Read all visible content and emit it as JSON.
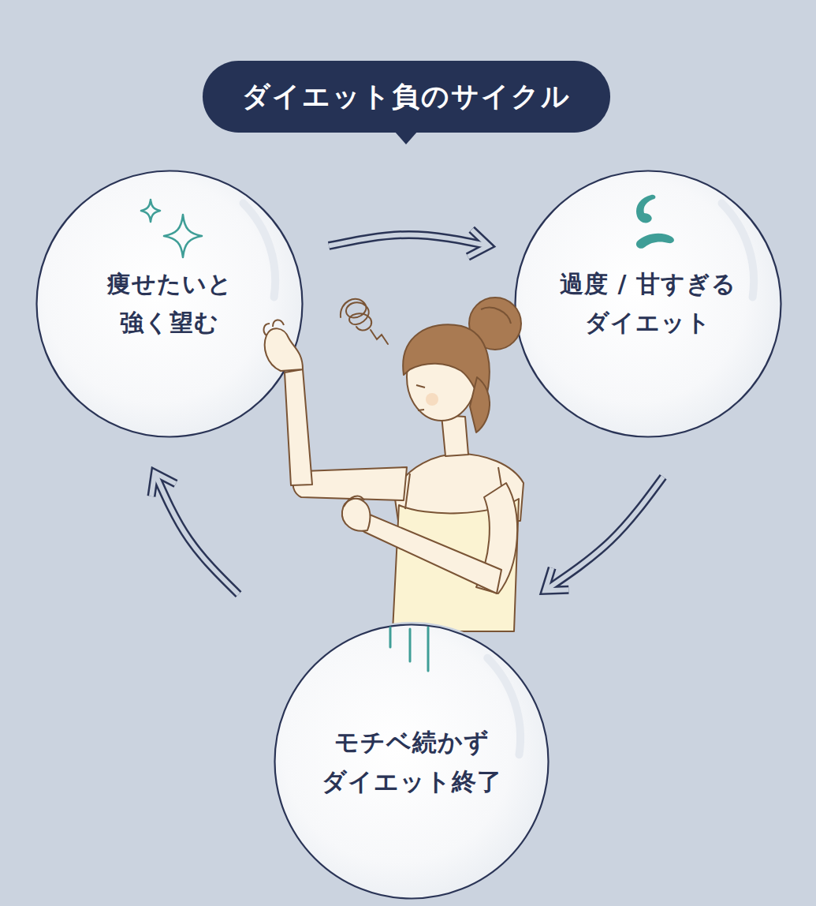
{
  "diagram": {
    "title": "ダイエット負のサイクル",
    "nodes": [
      {
        "text": [
          "痩せたいと 強く望む"
        ]
      },
      {
        "text": [
          "過度 / 甘すぎる ダイエット"
        ]
      },
      {
        "text": [
          "モチベ続かず ダイエット終了"
        ]
      }
    ],
    "edges": [
      {
        "from": 0,
        "to": 1,
        "arrow": "to"
      },
      {
        "from": 1,
        "to": 2,
        "arrow": "to"
      },
      {
        "from": 2,
        "to": 0,
        "arrow": "to"
      }
    ]
  }
}
